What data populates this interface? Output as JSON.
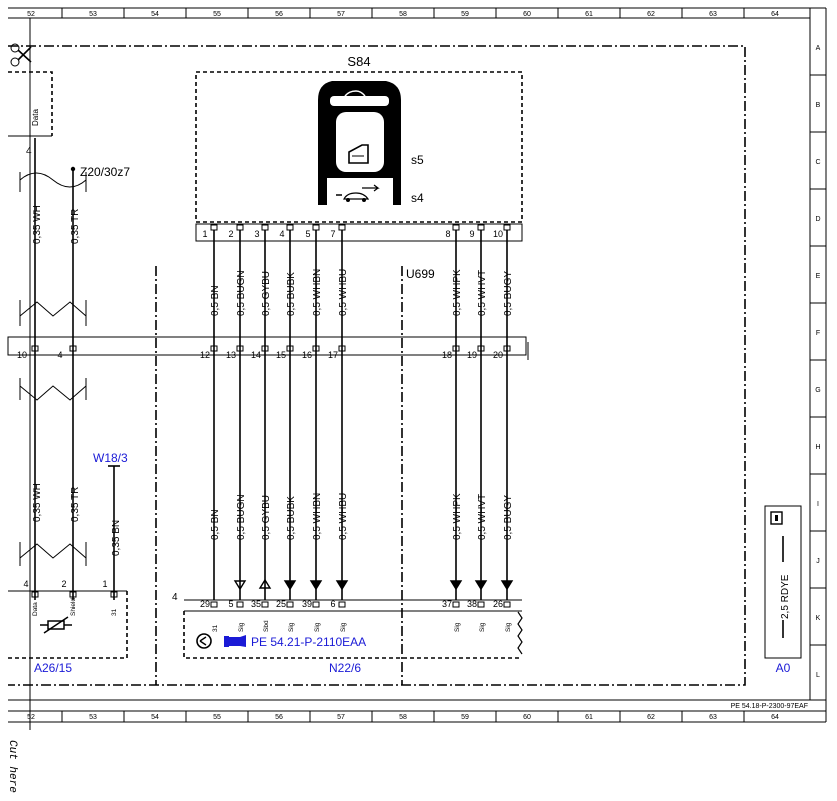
{
  "grid": {
    "columns": [
      "52",
      "53",
      "54",
      "55",
      "56",
      "57",
      "58",
      "59",
      "60",
      "61",
      "62",
      "63",
      "64"
    ],
    "rows": [
      "A",
      "B",
      "C",
      "D",
      "E",
      "F",
      "G",
      "H",
      "I",
      "J",
      "K",
      "L"
    ]
  },
  "switch": {
    "id": "S84",
    "sub1": "s5",
    "sub2": "s4",
    "pins": [
      "1",
      "2",
      "3",
      "4",
      "5",
      "7",
      "8",
      "9",
      "10"
    ]
  },
  "wires_top": [
    "0,5 BN",
    "0,5 BUGN",
    "0,5 GYBU",
    "0,5 BUBK",
    "0,5 WHBN",
    "0,5 WHBU",
    "0,5 WHPK",
    "0,5 WHVT",
    "0,5 BUGY"
  ],
  "wires_bottom": [
    "0,5 BN",
    "0,5 BUGN",
    "0,5 GYBU",
    "0,5 BUBK",
    "0,5 WHBN",
    "0,5 WHBU",
    "0,5 WHPK",
    "0,5 WHVT",
    "0,5 BUGY"
  ],
  "connector_pins": [
    "12",
    "13",
    "14",
    "15",
    "16",
    "17",
    "18",
    "19",
    "20"
  ],
  "left_pins": [
    "10",
    "4"
  ],
  "left": {
    "data_label": "Data",
    "top_pin": "4",
    "wire1": "0,35 WH",
    "wire2": "0,35 TR",
    "wire1b": "0,35 WH",
    "wire2b": "0,35 TR",
    "ground_ref": "Z20/30z7",
    "w_ref": "W18/3",
    "w_wire": "0,35 BN",
    "a26_pins": [
      "4",
      "2",
      "1"
    ],
    "a26_labels": [
      "Data",
      "Shield",
      "31"
    ],
    "a26_id": "A26/15"
  },
  "u699": "U699",
  "module": {
    "id": "N22/6",
    "group_pin": "4",
    "pins": [
      "29",
      "5",
      "35",
      "25",
      "39",
      "6",
      "37",
      "38",
      "26"
    ],
    "pin_labels": [
      "31",
      "Sig",
      "Sbd",
      "Sig",
      "Sig",
      "Sig",
      "Sig",
      "Sig",
      "Sig"
    ],
    "ref": "PE 54.21-P-2110EAA"
  },
  "a0": {
    "wire": "2,5 RDYE",
    "id": "A0"
  },
  "footer_ref": "PE 54.18-P-2300-97EAF",
  "cut_text": "Cut here"
}
